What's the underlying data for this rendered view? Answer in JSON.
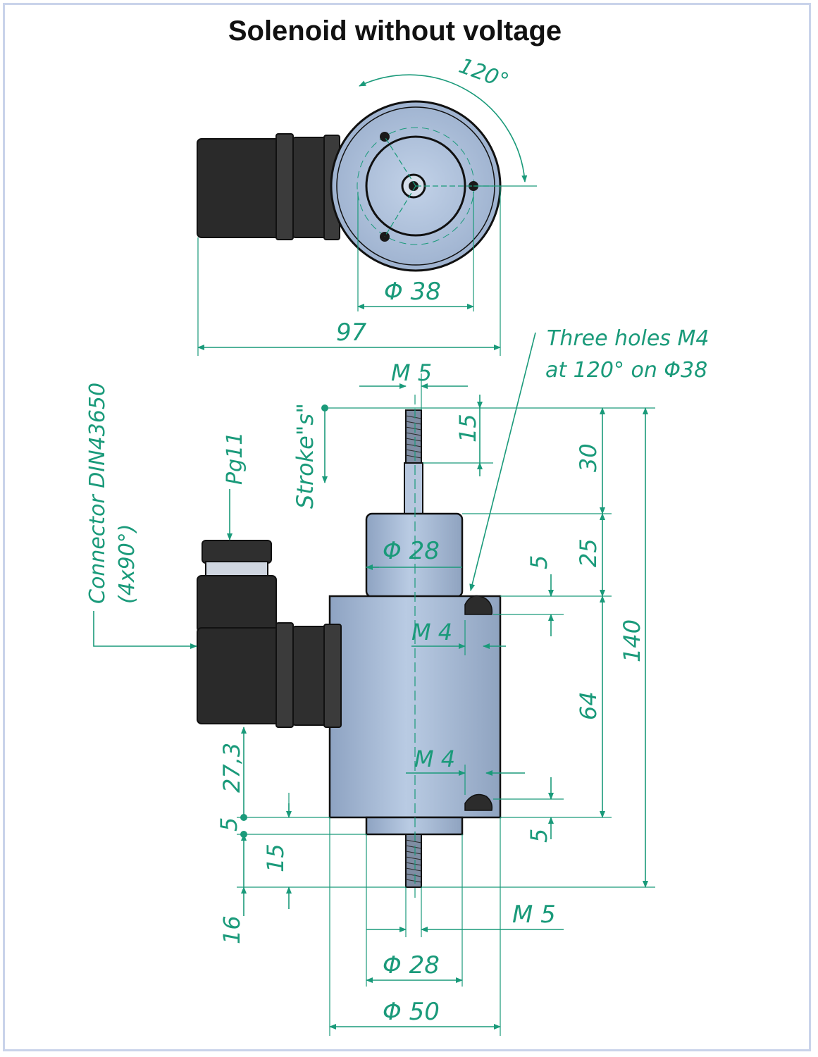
{
  "title": "Solenoid without voltage",
  "colors": {
    "dimension": "#1a9a7a",
    "body": "#a9bcd6",
    "connector": "#2a2a2a",
    "outline": "#111111",
    "frame": "#c9d3ea"
  },
  "labels": {
    "angle": "120°",
    "phi_38": "Φ 38",
    "len_97": "97",
    "three_holes_line1": "Three holes M4",
    "three_holes_line2": "at 120° on Φ38",
    "m5_top": "M 5",
    "stroke": "Stroke\"s\"",
    "connector_line1": "Connector DIN43650",
    "connector_line2": "(4x90°)",
    "pg11": "Pg11",
    "dim_15_top": "15",
    "dim_30": "30",
    "dim_25": "25",
    "phi_28_top": "Φ 28",
    "dim_5_upper": "5",
    "m4_upper": "M 4",
    "dim_140": "140",
    "dim_64": "64",
    "m4_lower": "M 4",
    "dim_5_lower": "5",
    "dim_27_3": "27,3",
    "dim_5_left": "5",
    "dim_15_left": "15",
    "dim_16": "16",
    "m5_bottom": "M 5",
    "phi_28_bottom": "Φ 28",
    "phi_50": "Φ 50"
  }
}
